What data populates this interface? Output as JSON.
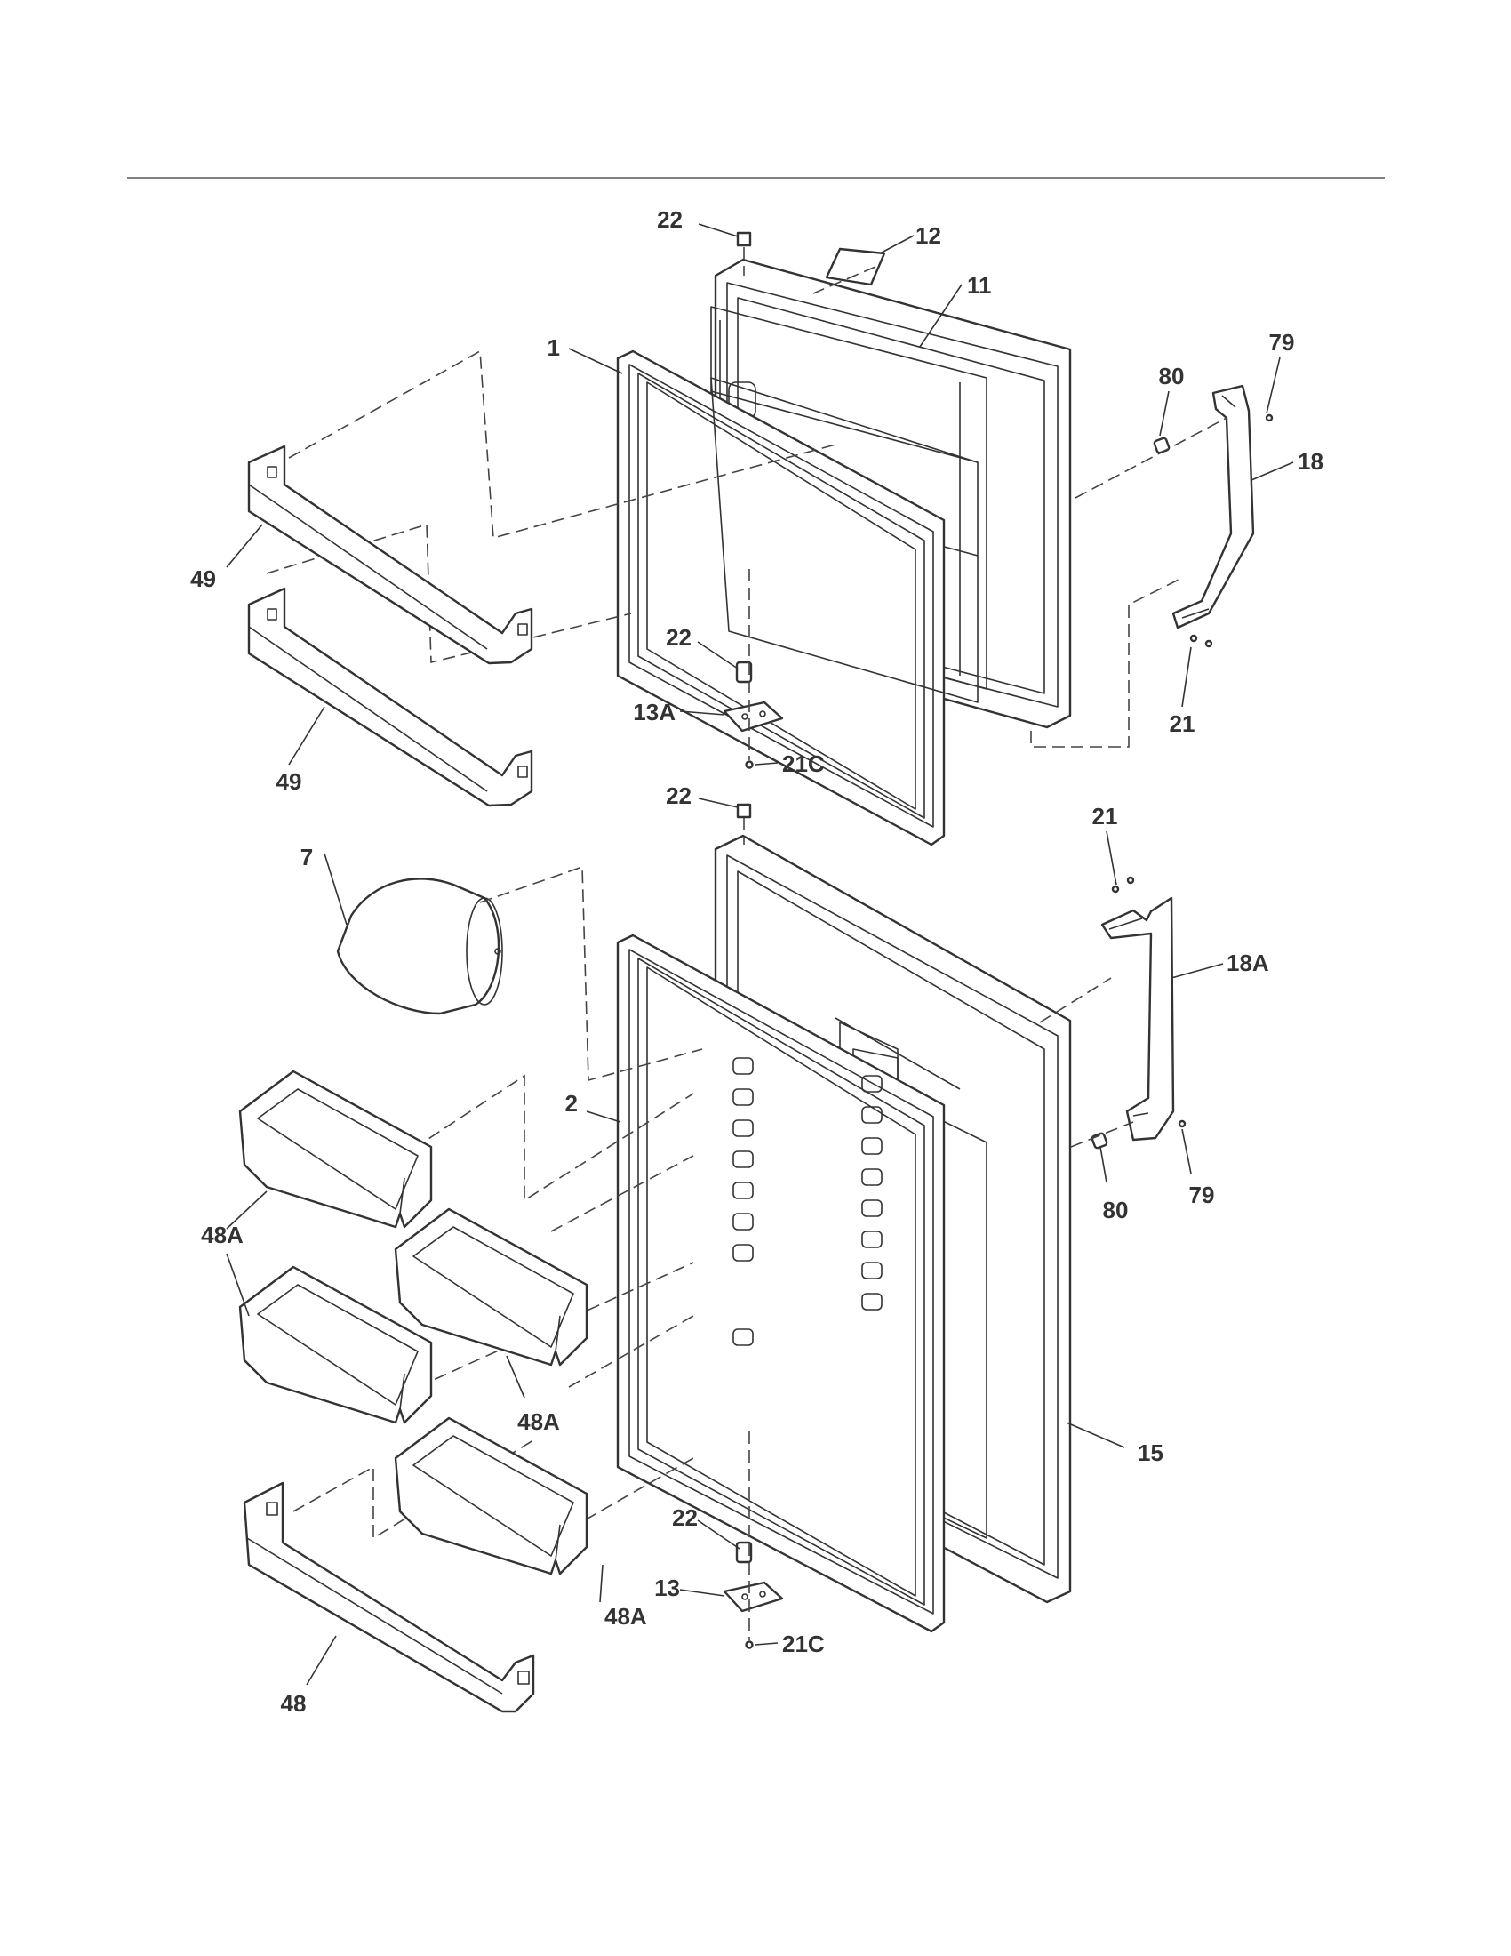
{
  "callouts": {
    "c1": "1",
    "c2": "2",
    "c7": "7",
    "c11": "11",
    "c12": "12",
    "c13": "13",
    "c13a": "13A",
    "c15": "15",
    "c18": "18",
    "c18a": "18A",
    "c21a": "21",
    "c21b": "21",
    "c21c_top": "21C",
    "c21c_bot": "21C",
    "c22a": "22",
    "c22b": "22",
    "c22c": "22",
    "c22d": "22",
    "c48": "48",
    "c48a_1": "48A",
    "c48a_2": "48A",
    "c48a_3": "48A",
    "c49a": "49",
    "c49b": "49",
    "c79a": "79",
    "c79b": "79",
    "c80a": "80",
    "c80b": "80"
  }
}
